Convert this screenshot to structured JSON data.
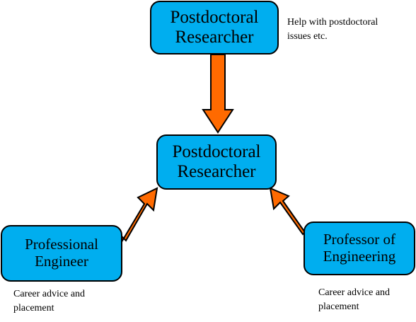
{
  "nodes": {
    "top": {
      "line1": "Postdoctoral",
      "line2": "Researcher"
    },
    "center": {
      "line1": "Postdoctoral",
      "line2": "Researcher"
    },
    "left": {
      "line1": "Professional",
      "line2": "Engineer"
    },
    "right": {
      "line1": "Professor of",
      "line2": "Engineering"
    }
  },
  "notes": {
    "top": {
      "line1": "Help with postdoctoral",
      "line2": "issues etc."
    },
    "left": {
      "line1": "Career advice and",
      "line2": "placement"
    },
    "right": {
      "line1": "Career advice and",
      "line2": "placement"
    }
  },
  "colors": {
    "node_fill": "#00aeef",
    "arrow_fill": "#ff6a00",
    "outline": "#000000"
  }
}
